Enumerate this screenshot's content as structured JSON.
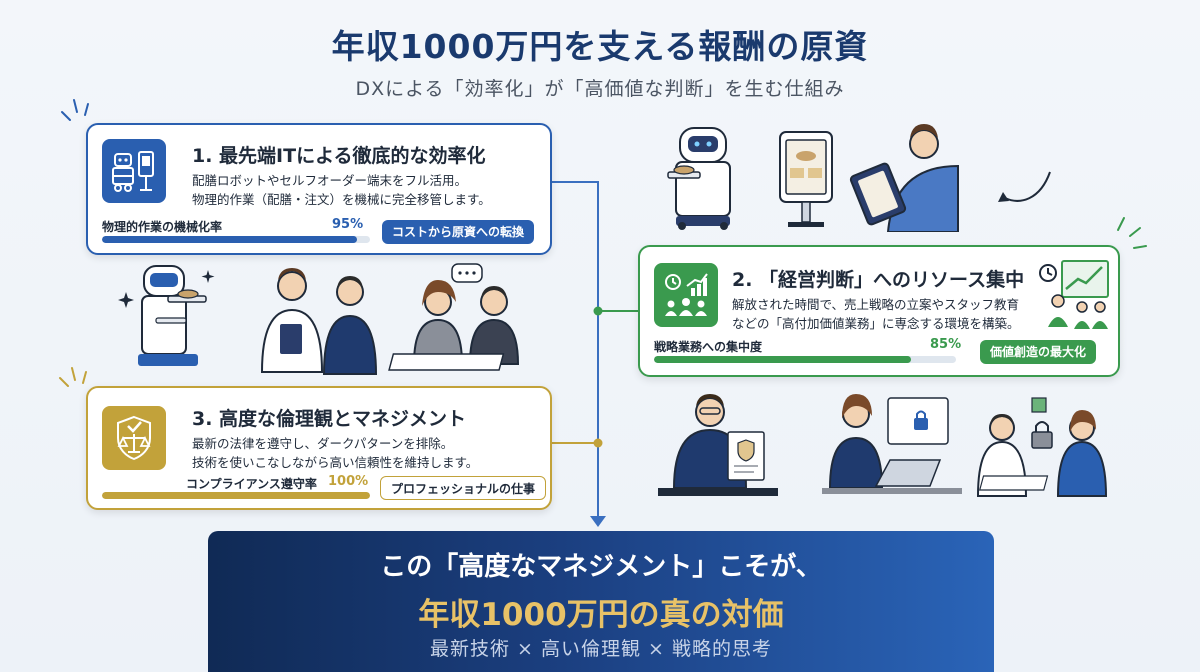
{
  "header": {
    "title": "年収1000万円を支える報酬の原資",
    "subtitle": "DXによる「効率化」が「高価値な判断」を生む仕組み"
  },
  "cards": [
    {
      "title": "1. 最先端ITによる徹底的な効率化",
      "desc1": "配膳ロボットやセルフオーダー端末をフル活用。",
      "desc2": "物理的作業（配膳・注文）を機械に完全移管します。",
      "bar_label": "物理的作業の機械化率",
      "bar_value": "95%",
      "bar_fraction": 0.95,
      "tag": "コストから原資への転換",
      "color": "#2a5fb0",
      "icon": "robot-terminal-icon"
    },
    {
      "title": "2. 「経営判断」へのリソース集中",
      "desc1": "解放された時間で、売上戦略の立案やスタッフ教育",
      "desc2": "などの「高付加価値業務」に専念する環境を構築。",
      "bar_label": "戦略業務への集中度",
      "bar_value": "85%",
      "bar_fraction": 0.85,
      "tag": "価値創造の最大化",
      "color": "#3a9a4e",
      "icon": "strategy-chart-icon"
    },
    {
      "title": "3. 高度な倫理観とマネジメント",
      "desc1": "最新の法律を遵守し、ダークパターンを排除。",
      "desc2": "技術を使いこなしながら高い信頼性を維持します。",
      "bar_label": "コンプライアンス遵守率",
      "bar_value": "100%",
      "bar_fraction": 1.0,
      "tag": "プロフェッショナルの仕事",
      "color": "#c2a23a",
      "icon": "ethics-scale-icon"
    }
  ],
  "banner": {
    "line1": "この「高度なマネジメント」こそが、",
    "line2": "年収1000万円の真の対価",
    "line3": "最新技術 × 高い倫理観 × 戦略的思考"
  }
}
